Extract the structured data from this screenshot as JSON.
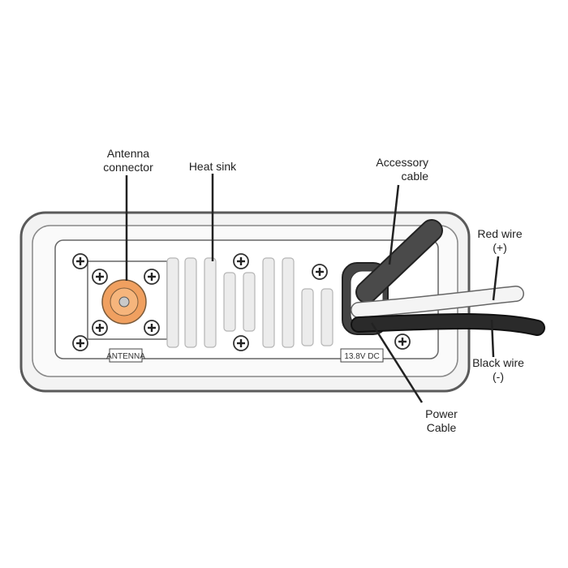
{
  "labels": {
    "antenna_connector_line1": "Antenna",
    "antenna_connector_line2": "connector",
    "heat_sink": "Heat sink",
    "accessory_cable_line1": "Accessory",
    "accessory_cable_line2": "cable",
    "red_wire_line1": "Red wire",
    "red_wire_line2": "(+)",
    "black_wire_line1": "Black wire",
    "black_wire_line2": "(-)",
    "power_cable_line1": "Power",
    "power_cable_line2": "Cable"
  },
  "plates": {
    "antenna": "ANTENNA",
    "voltage": "13.8V DC"
  },
  "colors": {
    "housing_stroke": "#555555",
    "housing_fill": "#f2f2f2",
    "connector_orange": "#f0a060",
    "cable_dark": "#3a3a3a",
    "red_wire_fill": "#f4f4f4",
    "black_wire_fill": "#222222"
  }
}
